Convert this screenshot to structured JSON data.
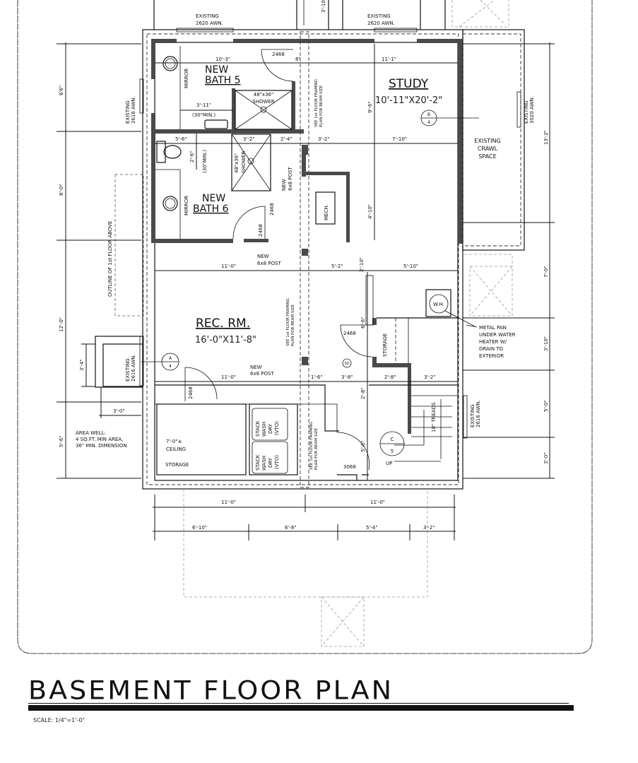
{
  "title": "BASEMENT FLOOR PLAN",
  "scale": "SCALE: 1/4\"=1'-0\"",
  "rooms": {
    "bath5": {
      "line1": "NEW",
      "line2": "BATH 5"
    },
    "bath6": {
      "line1": "NEW",
      "line2": "BATH 6"
    },
    "study": {
      "name": "STUDY",
      "size": "10'-11\"X20'-2\""
    },
    "rec": {
      "name": "REC. RM.",
      "size": "16'-0\"X11'-8\""
    },
    "crawl": [
      "EXISTING",
      "CRAWL",
      "SPACE"
    ],
    "storage": [
      "7'-0\"±",
      "CEILING",
      "STORAGE"
    ],
    "mech": "MECH.",
    "stair_storage": "STORAGE",
    "wh": "W.H."
  },
  "windows": {
    "top_left": [
      "EXISTING",
      "2620 AWN."
    ],
    "top_right": [
      "EXISTING",
      "2620 AWN."
    ],
    "left_upper": [
      "EXISTING",
      "2616 AWN."
    ],
    "left_lower": [
      "EXISTING",
      "2616 AWN."
    ],
    "right_upper": [
      "EXISTING",
      "3020 AWN."
    ],
    "right_lower": [
      "EXISTING",
      "2616 AWN."
    ]
  },
  "fixtures": {
    "shower5": [
      "48\"x36\"",
      "SHOWER"
    ],
    "shower6": [
      "48\"x36\"",
      "SHOWER"
    ],
    "mirror": "MIRROR",
    "washer": [
      "STACK",
      "WASH",
      "DRY",
      "(VTO)"
    ],
    "min30": "(30\"MIN.)"
  },
  "notes": {
    "post": [
      "NEW",
      "6x8 POST"
    ],
    "framing": [
      "SEE 1st FLOOR FRAMING",
      "PLAN FOR BEAM SIZE"
    ],
    "outline": "OUTLINE OF 1st FLOOR ABOVE",
    "area_well": [
      "AREA WELL:",
      "4 SQ.FT. MIN AREA,",
      "36\" MIN. DIMENSION"
    ],
    "metal_pan": [
      "METAL PAN",
      "UNDER WATER",
      "HEATER W/",
      "DRAIN TO",
      "EXTERIOR"
    ],
    "treads": "10\" TREADS",
    "up": "UP",
    "smoke": "SD"
  },
  "doors": {
    "d2468": "2468",
    "d3068": "3068"
  },
  "section_marks": [
    {
      "letter": "A",
      "sheet": "4"
    },
    {
      "letter": "B",
      "sheet": "4"
    },
    {
      "letter": "C",
      "sheet": "5"
    }
  ],
  "dims": {
    "left": [
      "6'6\"",
      "8'-0\"",
      "12'-0\"",
      "5'-6\"",
      "3'-4\"",
      "3'-0\""
    ],
    "right": [
      "13'-2\"",
      "7'-0\"",
      "3'-10\"",
      "5'-0\"",
      "3'-0\""
    ],
    "bottom1": [
      "11'-0\"",
      "11'-0\""
    ],
    "bottom2": [
      "6'-10\"",
      "6'-8\"",
      "5'-4\"",
      "3'-2\""
    ],
    "top_row": [
      "10'-3\"",
      "8\"",
      "11'-1\""
    ],
    "bath5": [
      "3'-11\"",
      "9'-6\""
    ],
    "mid_row": [
      "5'-6\"",
      "3'-2\"",
      "2'-4\"",
      "3'-2\"",
      "7'-10\""
    ],
    "bath6": [
      "2'-6\"",
      "4'-10\""
    ],
    "rec_top": [
      "11'-0\"",
      "5'-2\"",
      "5'-10\"",
      "2'-10\""
    ],
    "rec_bot": [
      "11'-0\"",
      "1'-6\"",
      "3'-8\"",
      "2'-8\"",
      "3'-2\""
    ],
    "misc": [
      "6'-6\"",
      "2'-8\"",
      "5'-6\"",
      "3'-10\""
    ]
  }
}
